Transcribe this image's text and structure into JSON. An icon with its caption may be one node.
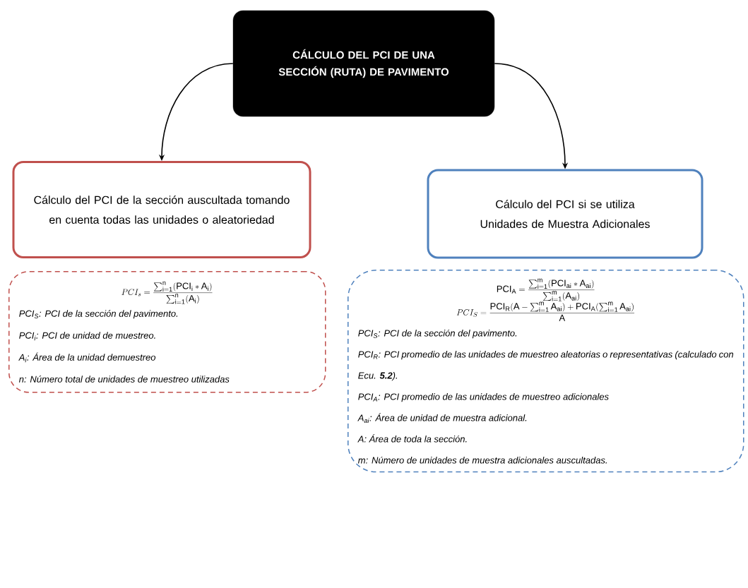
{
  "diagram": {
    "nodes": [
      {
        "text": [
          "CÁLCULO DEL PCI DE UNA SECCIÓN (RUTA) DE PAVIMENTO"
        ]
      },
      {
        "text": [
          "Cálculo del PCI de la sección auscultada tomando en cuenta todas las unidades o aleatoriedad"
        ]
      },
      {
        "text": [
          "Cálculo del PCI si se utiliza Unidades de Muestra Adicionales"
        ]
      },
      {
        "text": [
          "PCI_s = \\frac{\\sum\\nolimits_{\\mathrm{i=1}}^{\\mathrm{n}}(\\mathrm{PCI_i} * \\mathrm{A_i})}{\\sum\\nolimits_{\\mathrm{i=1}}^{\\mathrm{n}}(\\mathrm{A_i})}",
          "PCI$_{S}$: PCI de la sección del pavimento.",
          "PCI$_{i}$: PCI de unidad de muestreo.",
          "A$_{i}$: Área de la unidad demuestreo",
          "n: Número total de unidades de muestreo utilizadas"
        ]
      },
      {
        "text": [
          "\\mathrm{PCI_A} = \\frac{\\sum\\nolimits_{\\mathrm{i=1}}^{\\mathrm{m}}(\\mathrm{PCI_{ai}} * \\mathrm{A_{ai}})}{\\sum\\nolimits_{\\mathrm{i=1}}^{\\mathrm{m}}(\\mathrm{A_{ai}})}",
          "PCI_S = \\frac{\\mathrm{PCI_R}(\\mathrm{A} - \\sum\\nolimits_{\\mathrm{i=1}}^{\\mathrm{m}}\\mathrm{A_{ai}}) + \\mathrm{PCI_A}(\\sum\\nolimits_{\\mathrm{i=1}}^{\\mathrm{m}}\\mathrm{A_{ai}})}{\\mathrm{A}}",
          "PCI$_{S}$: PCI de la sección del pavimento.",
          "PCI$_{R}$: PCI promedio de las unidades de muestreo aleatorias o representativas (calculado con Ecu. **5.2**).",
          "PCI$_{A}$: PCI promedio de las unidades de muestreo adicionales",
          "A$_{ai}$: Área de unidad de muestra adicional.",
          "A: Área de toda la sección.",
          "m: Número de unidades de muestra adicionales auscultadas."
        ]
      }
    ],
    "edges": [
      {
        "from": 0,
        "to": 1,
        "arrow": "to"
      },
      {
        "from": 0,
        "to": 2,
        "arrow": "to"
      }
    ]
  }
}
